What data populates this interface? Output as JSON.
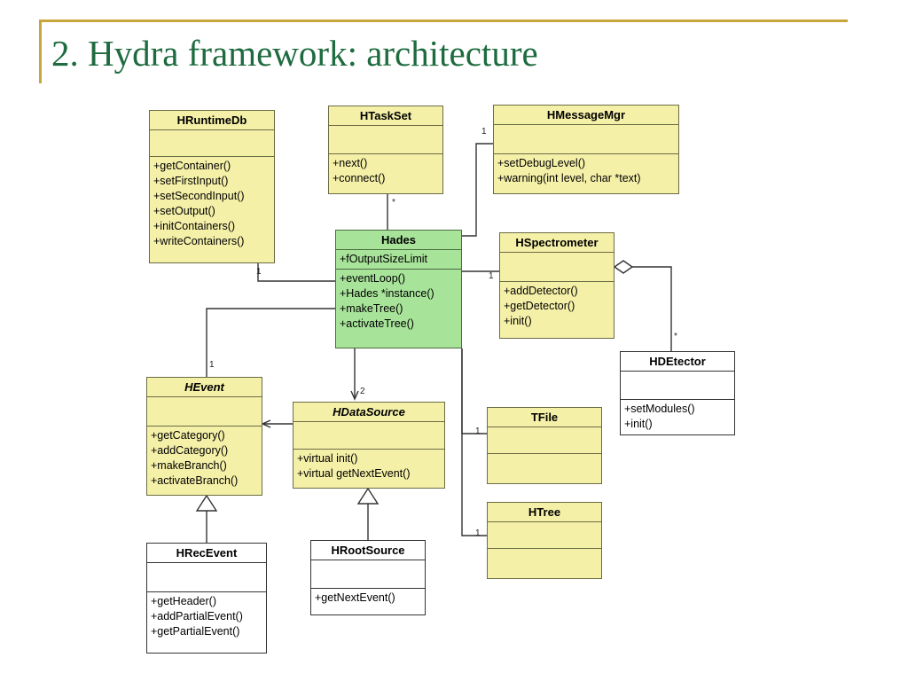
{
  "slide": {
    "title": "2. Hydra framework: architecture",
    "title_color": "#1d6b3f",
    "rule_color": "#c8a63c",
    "background": "#ffffff"
  },
  "palette": {
    "class_fill": "#f5f0a8",
    "class_border": "#6b6b45",
    "highlight_fill": "#a8e39a",
    "highlight_border": "#4a6b3f",
    "plain_fill": "#ffffff",
    "plain_border": "#333333",
    "line_color": "#333333"
  },
  "diagram": {
    "type": "uml-class-diagram",
    "classes": [
      {
        "id": "hruntimedb",
        "name": "HRuntimeDb",
        "abstract": false,
        "style": "class_fill",
        "attributes": [],
        "methods": [
          "+getContainer()",
          "+setFirstInput()",
          "+setSecondInput()",
          "+setOutput()",
          "+initContainers()",
          "+writeContainers()"
        ]
      },
      {
        "id": "htaskset",
        "name": "HTaskSet",
        "abstract": false,
        "style": "class_fill",
        "attributes": [],
        "methods": [
          "+next()",
          "+connect()"
        ]
      },
      {
        "id": "hmessagemgr",
        "name": "HMessageMgr",
        "abstract": false,
        "style": "class_fill",
        "attributes": [],
        "methods": [
          "+setDebugLevel()",
          "+warning(int level, char *text)"
        ]
      },
      {
        "id": "hades",
        "name": "Hades",
        "abstract": false,
        "style": "highlight_fill",
        "attributes": [
          "+fOutputSizeLimit"
        ],
        "methods": [
          "+eventLoop()",
          "+Hades *instance()",
          "+makeTree()",
          "+activateTree()"
        ]
      },
      {
        "id": "hspectrometer",
        "name": "HSpectrometer",
        "abstract": false,
        "style": "class_fill",
        "attributes": [],
        "methods": [
          "+addDetector()",
          "+getDetector()",
          "+init()"
        ]
      },
      {
        "id": "hdetector",
        "name": "HDEtector",
        "abstract": false,
        "style": "plain_fill",
        "attributes": [],
        "methods": [
          "+setModules()",
          "+init()"
        ]
      },
      {
        "id": "hevent",
        "name": "HEvent",
        "abstract": true,
        "style": "class_fill",
        "attributes": [],
        "methods": [
          "+getCategory()",
          "+addCategory()",
          "+makeBranch()",
          "+activateBranch()"
        ]
      },
      {
        "id": "hdatasource",
        "name": "HDataSource",
        "abstract": true,
        "style": "class_fill",
        "attributes": [],
        "methods": [
          "+virtual init()",
          "+virtual getNextEvent()"
        ]
      },
      {
        "id": "tfile",
        "name": "TFile",
        "abstract": false,
        "style": "class_fill",
        "attributes": [],
        "methods": []
      },
      {
        "id": "htree",
        "name": "HTree",
        "abstract": false,
        "style": "class_fill",
        "attributes": [],
        "methods": []
      },
      {
        "id": "hrecevent",
        "name": "HRecEvent",
        "abstract": false,
        "style": "plain_fill",
        "attributes": [],
        "methods": [
          "+getHeader()",
          "+addPartialEvent()",
          "+getPartialEvent()"
        ]
      },
      {
        "id": "hrootsource",
        "name": "HRootSource",
        "abstract": false,
        "style": "plain_fill",
        "attributes": [],
        "methods": [
          "+getNextEvent()"
        ]
      }
    ],
    "relations": [
      {
        "id": "r1",
        "from": "htaskset",
        "to": "hades",
        "kind": "association",
        "multiplicity": "*"
      },
      {
        "id": "r2",
        "from": "hades",
        "to": "hmessagemgr",
        "kind": "association",
        "multiplicity": "1"
      },
      {
        "id": "r3",
        "from": "hruntimedb",
        "to": "hades",
        "kind": "association",
        "multiplicity": "1"
      },
      {
        "id": "r4",
        "from": "hades",
        "to": "hspectrometer",
        "kind": "association",
        "multiplicity": "1"
      },
      {
        "id": "r5",
        "from": "hspectrometer",
        "to": "hdetector",
        "kind": "aggregation",
        "multiplicity": "*"
      },
      {
        "id": "r6",
        "from": "hades",
        "to": "hevent",
        "kind": "association",
        "multiplicity": "1"
      },
      {
        "id": "r7",
        "from": "hades",
        "to": "hdatasource",
        "kind": "directed-association",
        "multiplicity": "2"
      },
      {
        "id": "r8",
        "from": "hdatasource",
        "to": "hevent",
        "kind": "directed-association",
        "multiplicity": ""
      },
      {
        "id": "r9",
        "from": "hdatasource",
        "to": "tfile",
        "kind": "association",
        "multiplicity": "1"
      },
      {
        "id": "r10",
        "from": "hdatasource",
        "to": "htree",
        "kind": "association",
        "multiplicity": "1"
      },
      {
        "id": "r11",
        "from": "hrecevent",
        "to": "hevent",
        "kind": "generalization",
        "multiplicity": ""
      },
      {
        "id": "r12",
        "from": "hrootsource",
        "to": "hdatasource",
        "kind": "generalization",
        "multiplicity": ""
      }
    ],
    "multiplicity_labels": [
      {
        "id": "m_taskset_hades",
        "text": "*"
      },
      {
        "id": "m_hades_msgmgr",
        "text": "1"
      },
      {
        "id": "m_runtimedb_hades",
        "text": "1"
      },
      {
        "id": "m_hades_spectro",
        "text": "1"
      },
      {
        "id": "m_spectro_detector",
        "text": "*"
      },
      {
        "id": "m_hades_hevent",
        "text": "1"
      },
      {
        "id": "m_hades_datasource",
        "text": "2"
      },
      {
        "id": "m_datasource_tfile",
        "text": "1"
      },
      {
        "id": "m_datasource_htree",
        "text": "1"
      }
    ]
  }
}
